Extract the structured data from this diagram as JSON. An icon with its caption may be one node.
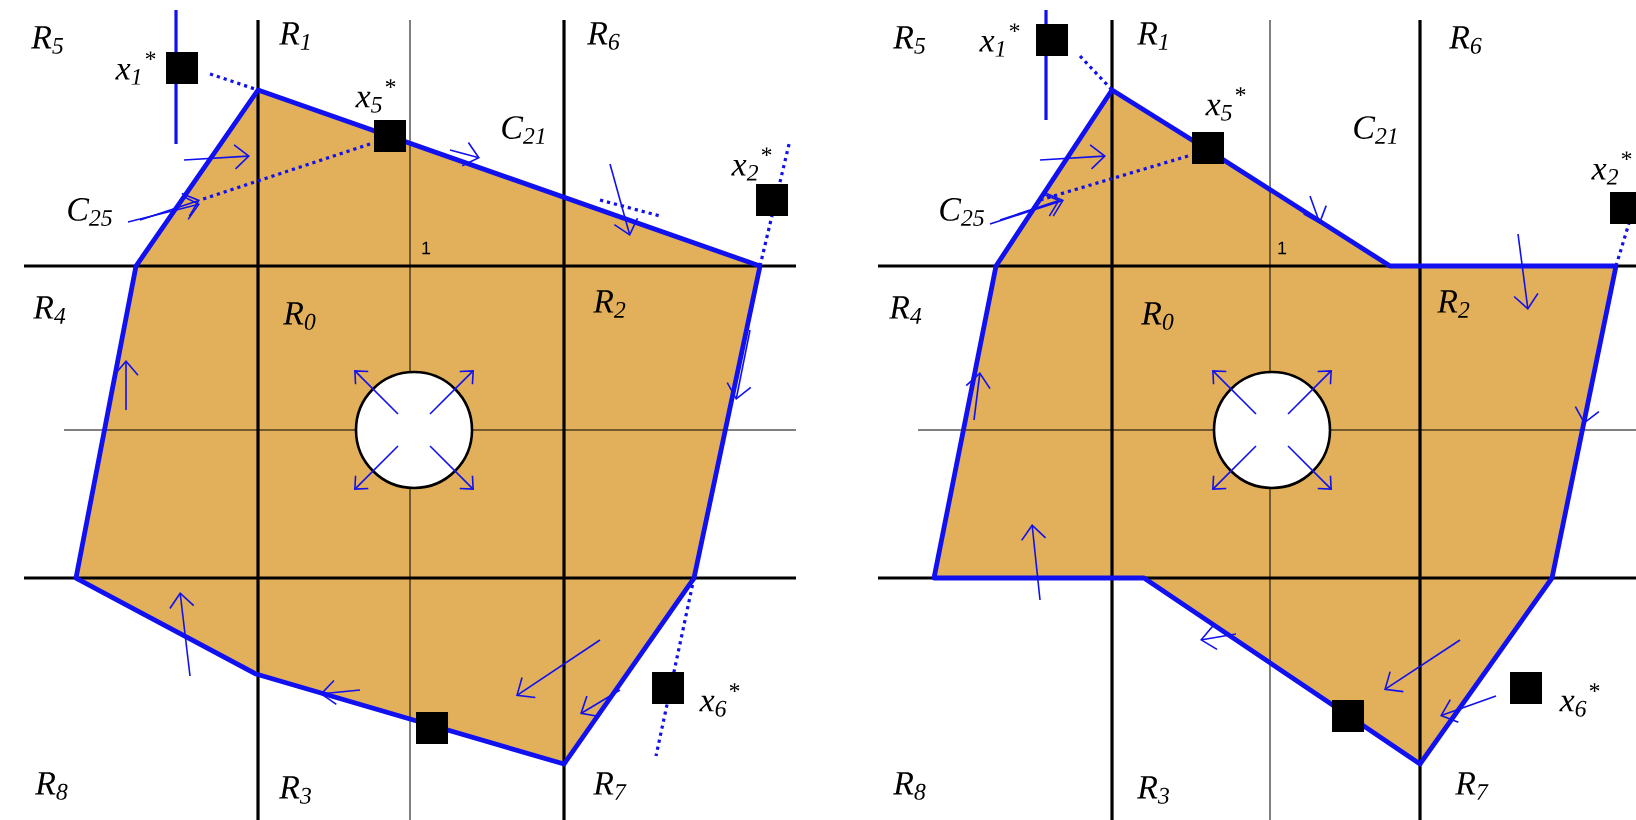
{
  "diagram": {
    "labels": [
      "R$_{5}$",
      "x$_{1}$$^{*}$",
      "R$_{1}$",
      "x$_{5}$$^{*}$",
      "C$_{21}$",
      "R$_{6}$",
      "x$_{2}$$^{*}$",
      "C$_{25}$",
      "1",
      "R$_{4}$",
      "R$_{0}$",
      "R$_{2}$",
      "x$_{6}$$^{*}$",
      "R$_{8}$",
      "R$_{3}$",
      "R$_{7}$",
      "R$_{5}$",
      "x$_{1}$$^{*}$",
      "R$_{1}$",
      "x$_{5}$$^{*}$",
      "C$_{21}$",
      "R$_{6}$",
      "x$_{2}$$^{*}$",
      "C$_{25}$",
      "1",
      "R$_{4}$",
      "R$_{0}$",
      "R$_{2}$",
      "x$_{6}$$^{*}$",
      "R$_{8}$",
      "R$_{3}$",
      "R$_{7}$"
    ]
  }
}
